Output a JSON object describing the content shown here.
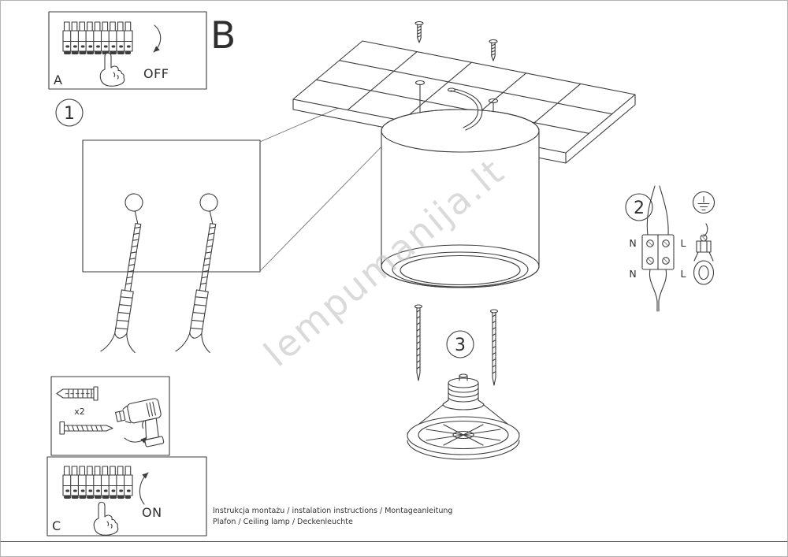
{
  "page": {
    "background": "#ffffff",
    "border_color": "#b5b5b5",
    "ink_color": "#3d3d3d",
    "watermark_color": "#c3c3c3"
  },
  "watermark": {
    "text": "lempumanija.lt"
  },
  "steps": {
    "step1": "1",
    "step2": "2",
    "step3": "3"
  },
  "sections": {
    "a": {
      "label": "A",
      "action": "OFF"
    },
    "b": {
      "label": "B"
    },
    "c": {
      "label": "C",
      "action": "ON"
    }
  },
  "hardware": {
    "anchor_quantity": "x2"
  },
  "wiring": {
    "neutral_top": "N",
    "live_top": "L",
    "neutral_bottom": "N",
    "live_bottom": "L"
  },
  "footer": {
    "line1": "Instrukcja montażu / instalation instructions / Montageanleitung",
    "line2": "Plafon / Ceiling lamp / Deckenleuchte"
  }
}
